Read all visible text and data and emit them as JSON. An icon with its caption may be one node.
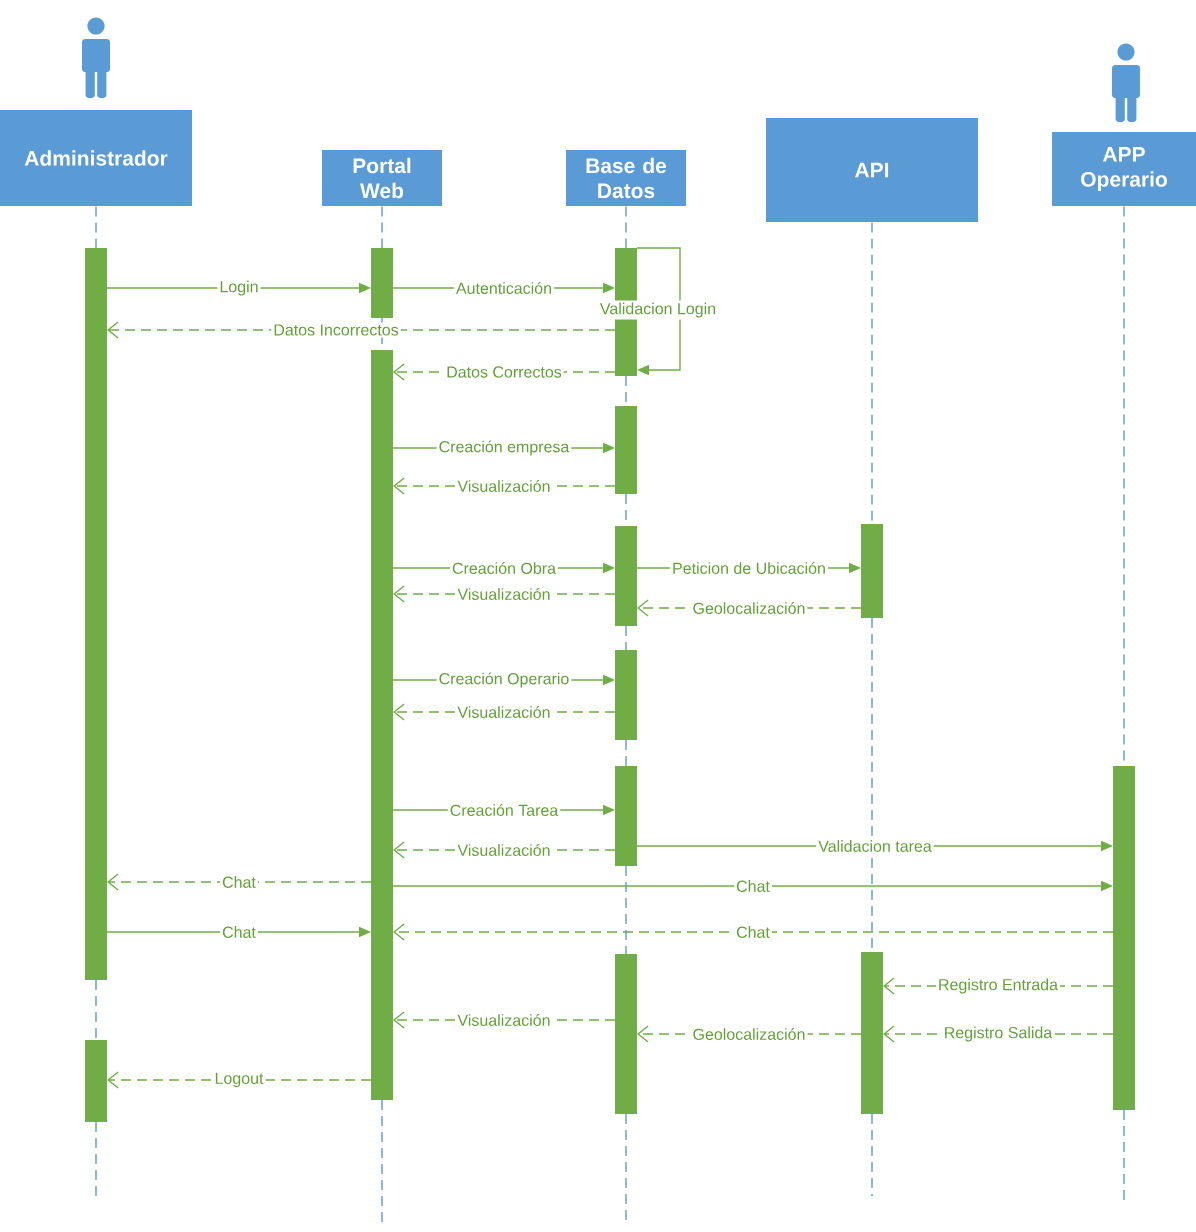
{
  "diagram": {
    "nodes": [
      {
        "text": [
          "Administrador"
        ]
      },
      {
        "text": [
          "Portal Web"
        ]
      },
      {
        "text": [
          "Base de Datos"
        ]
      },
      {
        "text": [
          "API"
        ]
      },
      {
        "text": [
          "APP Operario"
        ]
      },
      {
        "text": [],
        "shape": "bar"
      },
      {
        "text": [],
        "shape": "bar"
      },
      {
        "text": [],
        "shape": "bar"
      },
      {
        "text": [],
        "shape": "bar"
      },
      {
        "text": [],
        "shape": "bar"
      },
      {
        "text": [],
        "shape": "bar"
      },
      {
        "text": [],
        "shape": "bar"
      },
      {
        "text": [],
        "shape": "bar"
      },
      {
        "text": [],
        "shape": "bar"
      },
      {
        "text": [],
        "shape": "bar"
      },
      {
        "text": [],
        "shape": "bar"
      },
      {
        "text": [],
        "shape": "bar"
      },
      {
        "text": [],
        "shape": "bar"
      }
    ],
    "edges": [
      {
        "from": 5,
        "to": 6,
        "arrow": "to",
        "label": "Login"
      },
      {
        "from": 6,
        "to": 7,
        "arrow": "to",
        "label": "Autenticación"
      },
      {
        "from": 7,
        "to": 7,
        "arrow": "to",
        "label": "Validacion Login"
      },
      {
        "from": 7,
        "to": 5,
        "arrow": "to",
        "label": "Datos Incorrectos",
        "style": "dashed"
      },
      {
        "from": 7,
        "to": 8,
        "arrow": "to",
        "label": "Datos Correctos",
        "style": "dashed"
      },
      {
        "from": 8,
        "to": 9,
        "arrow": "to",
        "label": "Creación empresa"
      },
      {
        "from": 9,
        "to": 8,
        "arrow": "to",
        "label": "Visualización",
        "style": "dashed"
      },
      {
        "from": 8,
        "to": 11,
        "arrow": "to",
        "label": "Creación Obra"
      },
      {
        "from": 11,
        "to": 10,
        "arrow": "to",
        "label": "Peticion de Ubicación"
      },
      {
        "from": 11,
        "to": 8,
        "arrow": "to",
        "label": "Visualización",
        "style": "dashed"
      },
      {
        "from": 10,
        "to": 11,
        "arrow": "to",
        "label": "Geolocalización",
        "style": "dashed"
      },
      {
        "from": 8,
        "to": 12,
        "arrow": "to",
        "label": "Creación Operario"
      },
      {
        "from": 12,
        "to": 8,
        "arrow": "to",
        "label": "Visualización",
        "style": "dashed"
      },
      {
        "from": 8,
        "to": 13,
        "arrow": "to",
        "label": "Creación Tarea"
      },
      {
        "from": 13,
        "to": 8,
        "arrow": "to",
        "label": "Visualización",
        "style": "dashed"
      },
      {
        "from": 13,
        "to": 14,
        "arrow": "to",
        "label": "Validacion tarea"
      },
      {
        "from": 8,
        "to": 5,
        "arrow": "to",
        "label": "Chat",
        "style": "dashed"
      },
      {
        "from": 8,
        "to": 14,
        "arrow": "to",
        "label": "Chat"
      },
      {
        "from": 5,
        "to": 8,
        "arrow": "to",
        "label": "Chat"
      },
      {
        "from": 14,
        "to": 8,
        "arrow": "to",
        "label": "Chat",
        "style": "dashed"
      },
      {
        "from": 14,
        "to": 15,
        "arrow": "to",
        "label": "Registro Entrada",
        "style": "dashed"
      },
      {
        "from": 16,
        "to": 8,
        "arrow": "to",
        "label": "Visualización",
        "style": "dashed"
      },
      {
        "from": 15,
        "to": 16,
        "arrow": "to",
        "label": "Geolocalización",
        "style": "dashed"
      },
      {
        "from": 14,
        "to": 15,
        "arrow": "to",
        "label": "Registro Salida",
        "style": "dashed"
      },
      {
        "from": 8,
        "to": 17,
        "arrow": "to",
        "label": "Logout",
        "style": "dashed"
      },
      {
        "from": 0,
        "to": 5,
        "arrow": "none",
        "style": "dashed",
        "color": "#5b9bd5"
      },
      {
        "from": 5,
        "to": 17,
        "arrow": "none",
        "style": "dashed",
        "color": "#5b9bd5"
      },
      {
        "from": 17,
        "to": null,
        "arrow": "none",
        "style": "dashed",
        "color": "#5b9bd5"
      },
      {
        "from": 1,
        "to": 6,
        "arrow": "none",
        "style": "dashed",
        "color": "#5b9bd5"
      },
      {
        "from": 6,
        "to": 8,
        "arrow": "none",
        "style": "dashed",
        "color": "#5b9bd5"
      },
      {
        "from": 8,
        "to": null,
        "arrow": "none",
        "style": "dashed",
        "color": "#5b9bd5"
      },
      {
        "from": 2,
        "to": 7,
        "arrow": "none",
        "style": "dashed",
        "color": "#5b9bd5"
      },
      {
        "from": 7,
        "to": 9,
        "arrow": "none",
        "style": "dashed",
        "color": "#5b9bd5"
      },
      {
        "from": 9,
        "to": 11,
        "arrow": "none",
        "style": "dashed",
        "color": "#5b9bd5"
      },
      {
        "from": 11,
        "to": 12,
        "arrow": "none",
        "style": "dashed",
        "color": "#5b9bd5"
      },
      {
        "from": 12,
        "to": 13,
        "arrow": "none",
        "style": "dashed",
        "color": "#5b9bd5"
      },
      {
        "from": 13,
        "to": 16,
        "arrow": "none",
        "style": "dashed",
        "color": "#5b9bd5"
      },
      {
        "from": 16,
        "to": null,
        "arrow": "none",
        "style": "dashed",
        "color": "#5b9bd5"
      },
      {
        "from": 3,
        "to": 10,
        "arrow": "none",
        "style": "dashed",
        "color": "#5b9bd5"
      },
      {
        "from": 10,
        "to": 15,
        "arrow": "none",
        "style": "dashed",
        "color": "#5b9bd5"
      },
      {
        "from": 15,
        "to": null,
        "arrow": "none",
        "style": "dashed",
        "color": "#5b9bd5"
      },
      {
        "from": 4,
        "to": 14,
        "arrow": "none",
        "style": "dashed",
        "color": "#5b9bd5"
      },
      {
        "from": 14,
        "to": null,
        "arrow": "none",
        "style": "dashed",
        "color": "#5b9bd5"
      }
    ]
  }
}
